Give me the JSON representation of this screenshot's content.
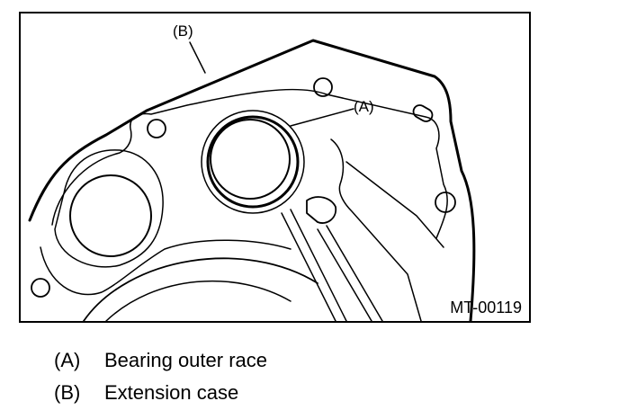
{
  "figure": {
    "id_label": "MT-00119",
    "callouts": {
      "a": "(A)",
      "b": "(B)"
    }
  },
  "legend": [
    {
      "key": "(A)",
      "text": "Bearing outer race"
    },
    {
      "key": "(B)",
      "text": "Extension case"
    }
  ],
  "colors": {
    "line": "#000000",
    "background": "#ffffff"
  }
}
